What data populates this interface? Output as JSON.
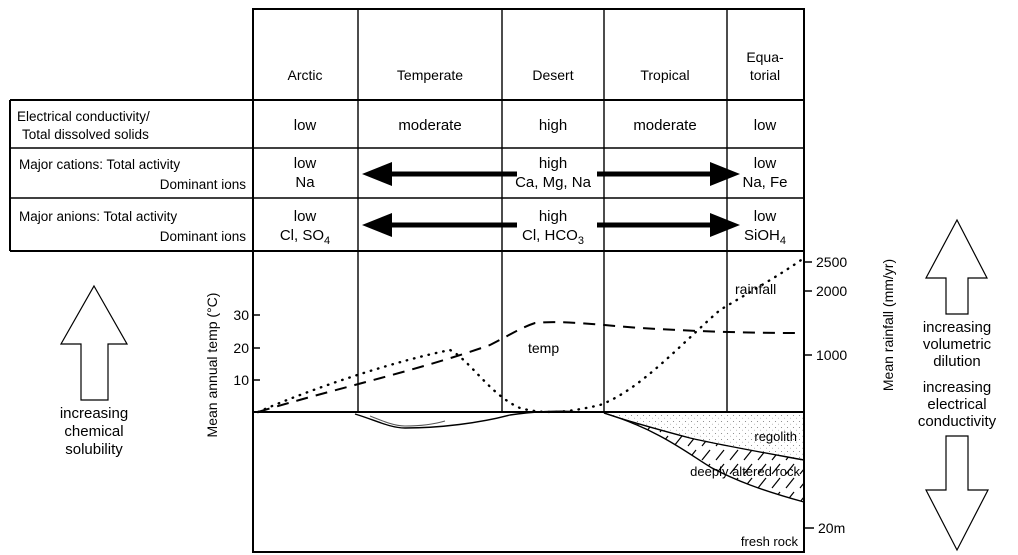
{
  "columns": [
    {
      "label": "Arctic"
    },
    {
      "label": "Temperate"
    },
    {
      "label": "Desert"
    },
    {
      "label": "Tropical"
    },
    {
      "label_line1": "Equa-",
      "label_line2": "torial"
    }
  ],
  "rows": {
    "conductivity": {
      "label_line1": "Electrical conductivity/",
      "label_line2": "Total dissolved solids",
      "values": [
        "low",
        "moderate",
        "high",
        "moderate",
        "low"
      ]
    },
    "cations": {
      "label_line1": "Major cations: Total activity",
      "label_line2": "Dominant ions",
      "arctic_line1": "low",
      "arctic_line2": "Na",
      "desert_line1": "high",
      "desert_line2": "Ca, Mg, Na",
      "equatorial_line1": "low",
      "equatorial_line2": "Na, Fe"
    },
    "anions": {
      "label_line1": "Major anions: Total activity",
      "label_line2": "Dominant ions",
      "arctic_line1": "low",
      "arctic_line2_a": "Cl, SO",
      "arctic_line2_sub": "4",
      "desert_line1": "high",
      "desert_line2_a": "Cl, HCO",
      "desert_line2_sub": "3",
      "equatorial_line1": "low",
      "equatorial_line2_a": "SiOH",
      "equatorial_line2_sub": "4"
    }
  },
  "left_axis": {
    "label": "Mean annual temp (°C)",
    "ticks": [
      "30",
      "20",
      "10"
    ]
  },
  "right_axis": {
    "label": "Mean rainfall (mm/yr)",
    "ticks": [
      "2500",
      "2000",
      "1000"
    ],
    "depth_label": "20m"
  },
  "curves": {
    "temp_label": "temp",
    "rainfall_label": "rainfall"
  },
  "profile_layers": {
    "regolith": "regolith",
    "altered": "deeply altered rock",
    "fresh": "fresh rock"
  },
  "side_notes": {
    "left": [
      "increasing",
      "chemical",
      "solubility"
    ],
    "right_top": [
      "increasing",
      "volumetric",
      "dilution"
    ],
    "right_bottom": [
      "increasing",
      "electrical",
      "conductivity"
    ]
  }
}
